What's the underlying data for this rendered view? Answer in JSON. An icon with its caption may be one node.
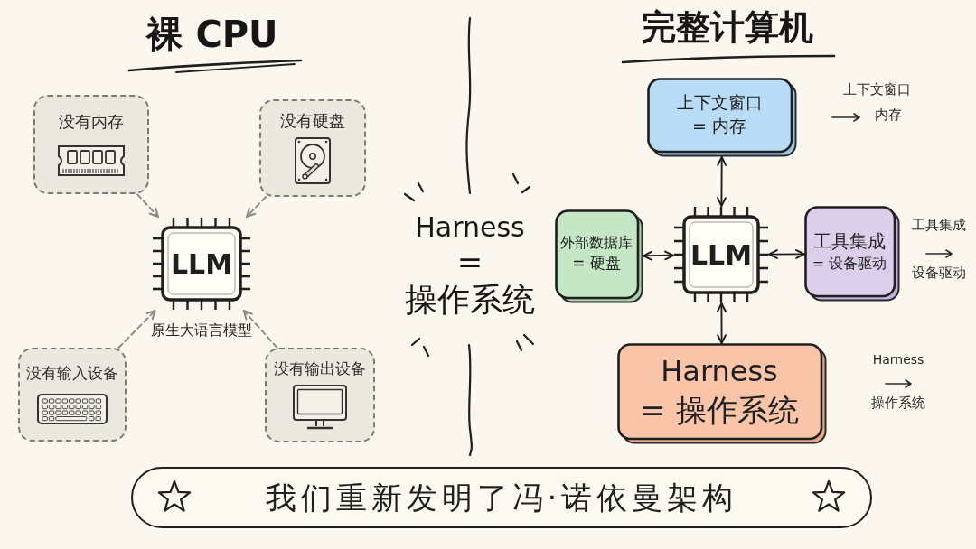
{
  "diagram": {
    "nodes": [
      {
        "text": [
          "没有内存"
        ]
      },
      {
        "text": [
          "没有硬盘"
        ]
      },
      {
        "text": [
          "LLM"
        ],
        "beside": [
          "原生大语言模型"
        ]
      },
      {
        "text": [
          "没有输入设备"
        ]
      },
      {
        "text": [
          "没有输出设备"
        ]
      },
      {
        "text": [
          "上下文窗口",
          "= 内存"
        ],
        "beside": [
          "上下文窗口",
          "内存"
        ]
      },
      {
        "text": [
          "外部数据库",
          "= 硬盘"
        ]
      },
      {
        "text": [
          "LLM"
        ]
      },
      {
        "text": [
          "工具集成",
          "= 设备驱动"
        ],
        "beside": [
          "工具集成",
          "设备驱动"
        ]
      },
      {
        "text": [
          "Harness",
          "= 操作系统"
        ],
        "beside": [
          "Harness",
          "操作系统"
        ]
      },
      {
        "text": [
          "我们重新发明了冯·诺依曼架构"
        ]
      }
    ],
    "edges": [
      {
        "from": 0,
        "to": 2,
        "arrow": "to",
        "style": "dashed"
      },
      {
        "from": 1,
        "to": 2,
        "arrow": "to",
        "style": "dashed"
      },
      {
        "from": 3,
        "to": 2,
        "arrow": "to",
        "style": "dashed"
      },
      {
        "from": 4,
        "to": 2,
        "arrow": "to",
        "style": "dashed"
      },
      {
        "from": 5,
        "to": 7,
        "arrow": "both",
        "color": "#1f1f1f"
      },
      {
        "from": 6,
        "to": 7,
        "arrow": "both",
        "color": "#1f1f1f"
      },
      {
        "from": 7,
        "to": 8,
        "arrow": "both",
        "color": "#1f1f1f"
      },
      {
        "from": 7,
        "to": 9,
        "arrow": "both",
        "color": "#1f1f1f"
      }
    ],
    "labels": [
      "裸 CPU",
      "完整计算机",
      "Harness",
      "=",
      "操作系统"
    ]
  }
}
